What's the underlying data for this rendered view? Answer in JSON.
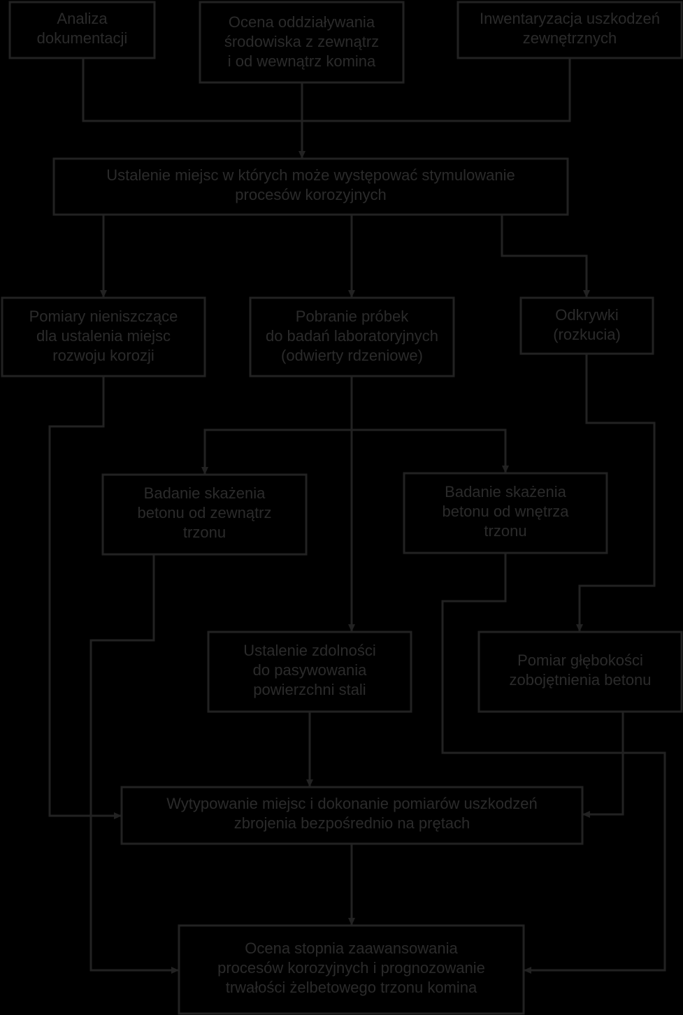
{
  "nodes": {
    "doc_analysis": {
      "lines": [
        "Analiza",
        "dokumentacji"
      ]
    },
    "env_assessment": {
      "lines": [
        "Ocena oddziaływania",
        "środowiska z zewnątrz",
        "i od wewnątrz komina"
      ]
    },
    "damage_inventory": {
      "lines": [
        "Inwentaryzacja uszkodzeń",
        "zewnętrznych"
      ]
    },
    "corrosion_sites": {
      "lines": [
        "Ustalenie miejsc w których może występować stymulowanie",
        "procesów korozyjnych"
      ]
    },
    "ndt_measurements": {
      "lines": [
        "Pomiary nieniszczące",
        "dla ustalenia miejsc",
        "rozwoju korozji"
      ]
    },
    "sampling": {
      "lines": [
        "Pobranie próbek",
        "do badań laboratoryjnych",
        "(odwierty rdzeniowe)"
      ]
    },
    "uncovering": {
      "lines": [
        "Odkrywki",
        "(rozkucia)"
      ]
    },
    "outer_contamination": {
      "lines": [
        "Badanie skażenia",
        "betonu od zewnątrz",
        "trzonu"
      ]
    },
    "inner_contamination": {
      "lines": [
        "Badanie skażenia",
        "betonu od wnętrza",
        "trzonu"
      ]
    },
    "passivation": {
      "lines": [
        "Ustalenie zdolności",
        "do pasywowania",
        "powierzchni stali"
      ]
    },
    "carbonation_depth": {
      "lines": [
        "Pomiar głębokości",
        "zobojętnienia betonu"
      ]
    },
    "rebar_measurements": {
      "lines": [
        "Wytypowanie miejsc i dokonanie pomiarów uszkodzeń",
        "zbrojenia bezpośrednio na prętach"
      ]
    },
    "final_assessment": {
      "lines": [
        "Ocena stopnia zaawansowania",
        "procesów korozyjnych i prognozowanie",
        "trwałości żelbetowego trzonu komina"
      ]
    }
  }
}
